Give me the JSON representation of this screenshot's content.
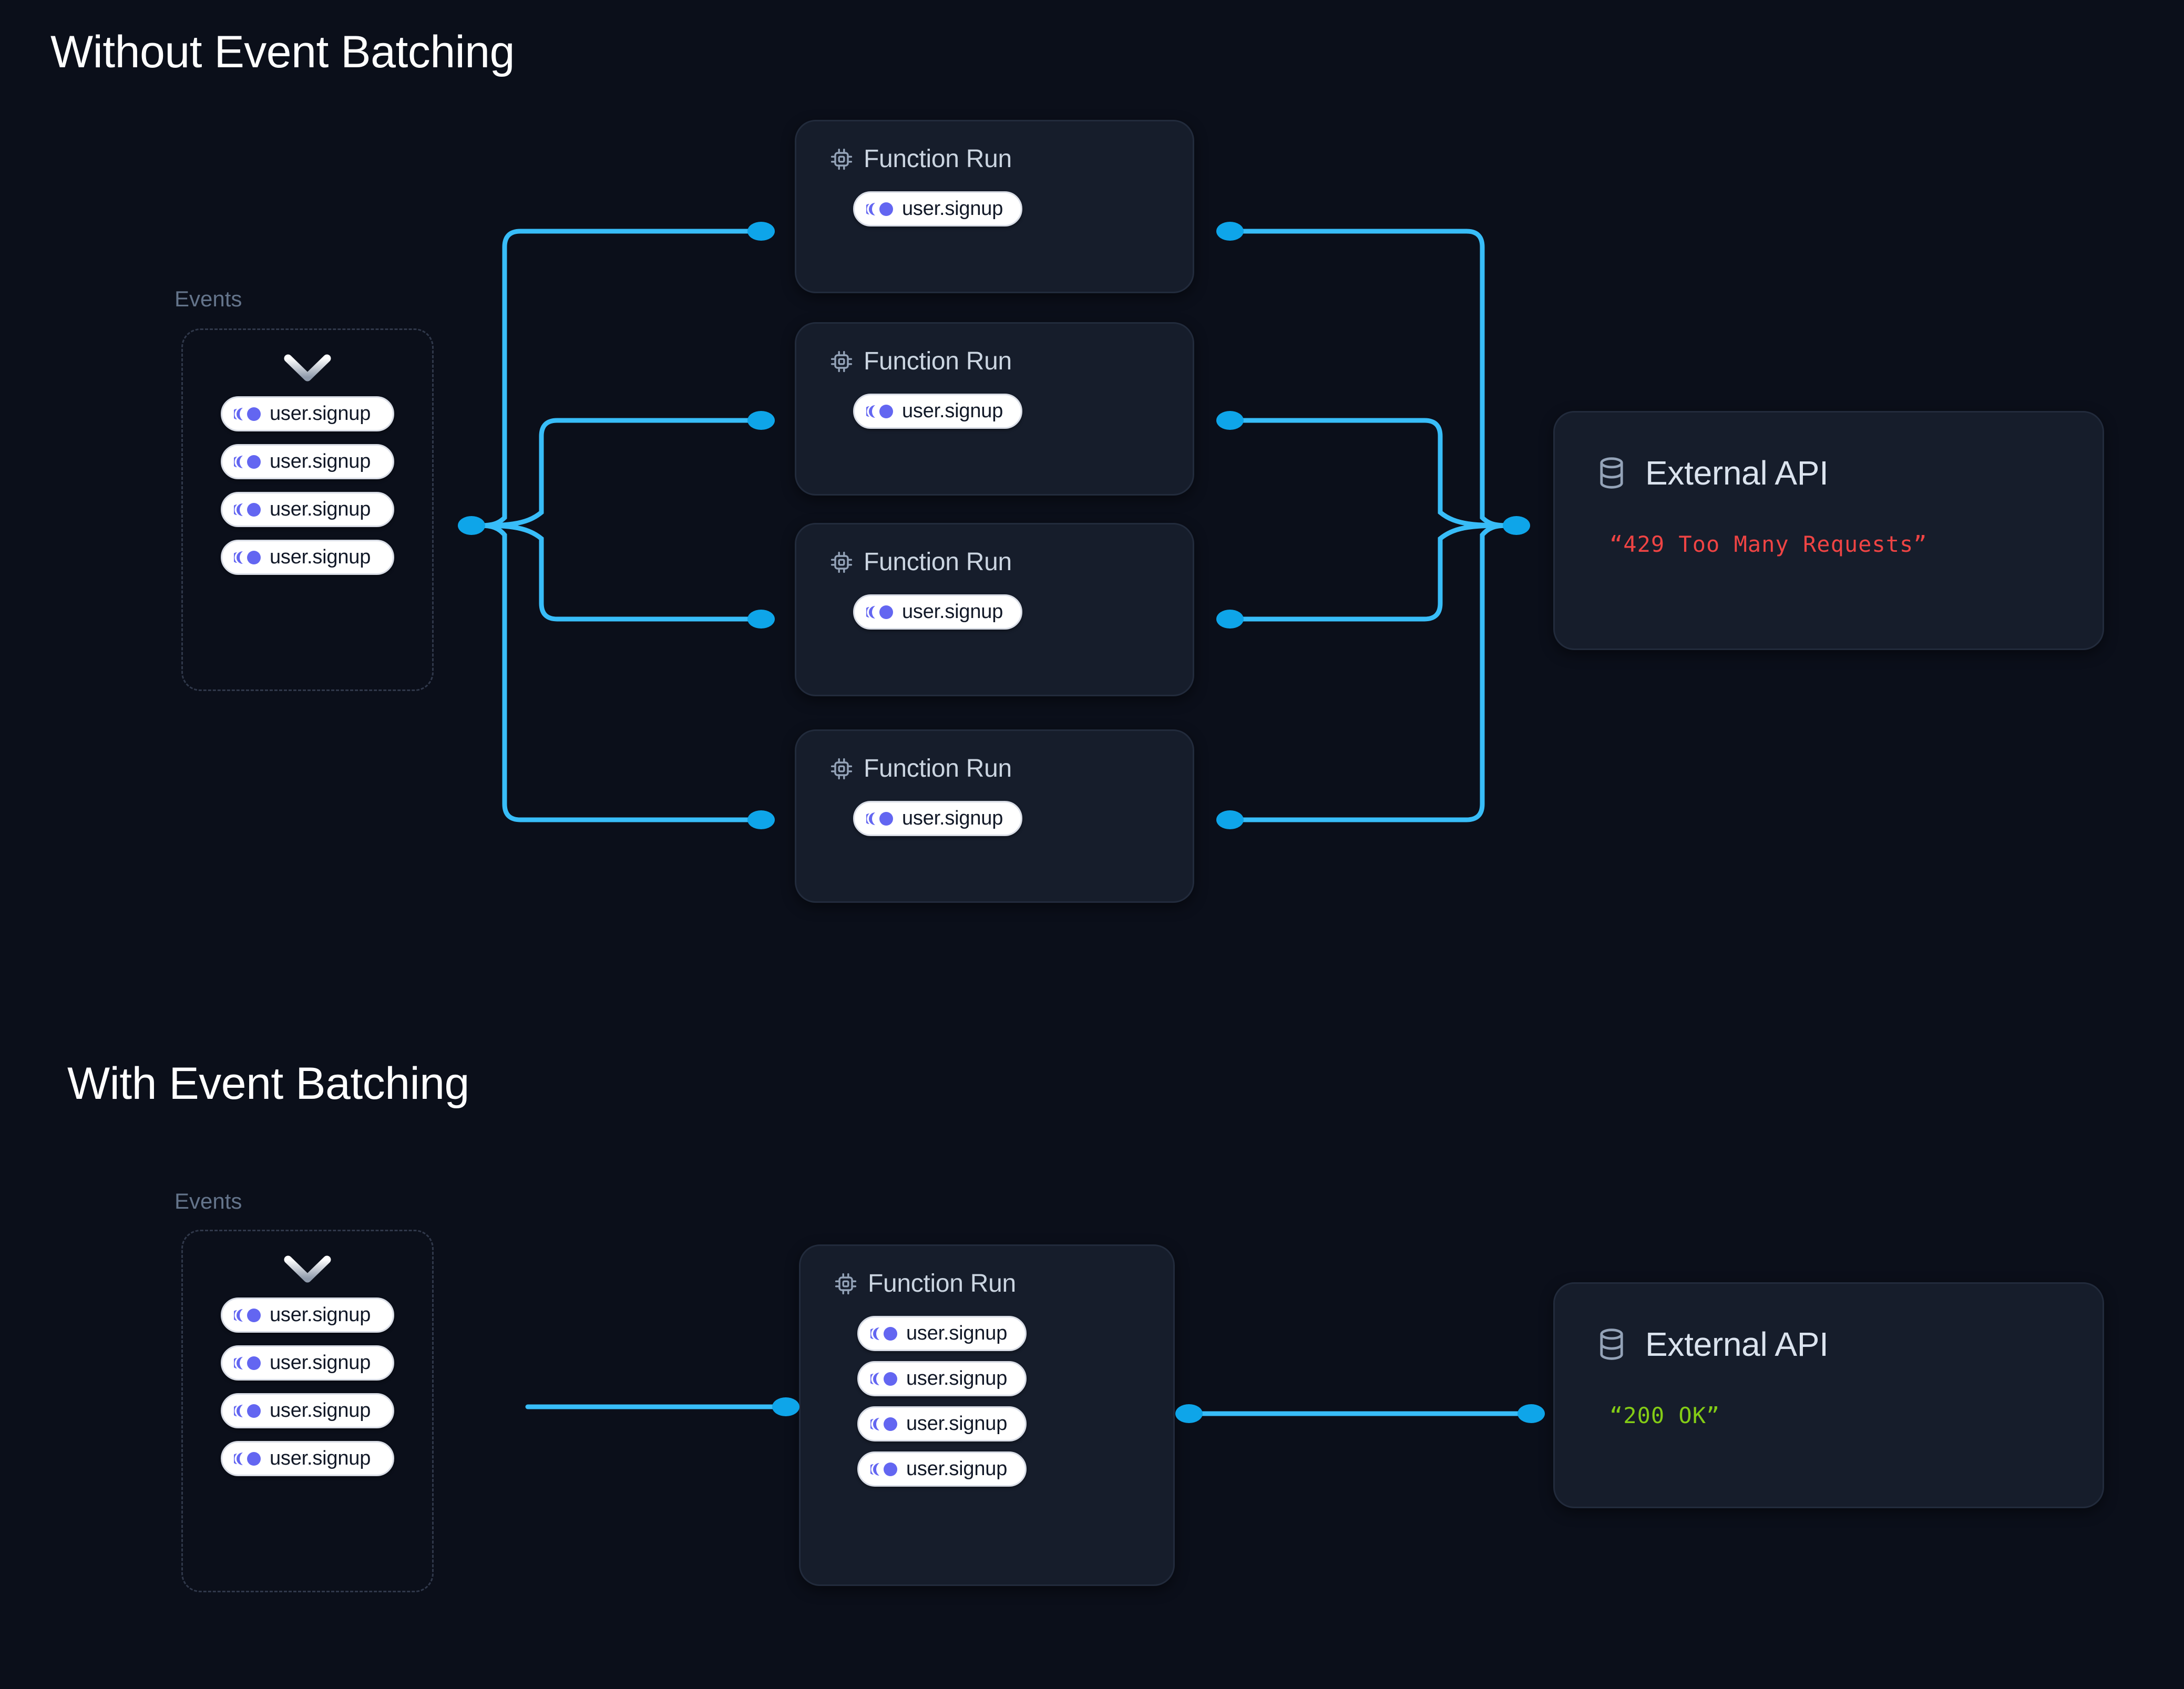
{
  "page": {
    "background": "#0b0f1a",
    "accent_line": "#38bdf8",
    "accent_dot": "#0ea5e9",
    "event_icon_color": "#6366f1"
  },
  "sections": [
    {
      "id": "without",
      "title": "Without Event Batching",
      "events": {
        "label": "Events",
        "chevron_icon": "chevron-down-icon",
        "items": [
          {
            "icon": "event-icon",
            "label": "user.signup"
          },
          {
            "icon": "event-icon",
            "label": "user.signup"
          },
          {
            "icon": "event-icon",
            "label": "user.signup"
          },
          {
            "icon": "event-icon",
            "label": "user.signup"
          }
        ]
      },
      "function_runs": [
        {
          "icon": "cpu-icon",
          "title": "Function Run",
          "events": [
            {
              "icon": "event-icon",
              "label": "user.signup"
            }
          ]
        },
        {
          "icon": "cpu-icon",
          "title": "Function Run",
          "events": [
            {
              "icon": "event-icon",
              "label": "user.signup"
            }
          ]
        },
        {
          "icon": "cpu-icon",
          "title": "Function Run",
          "events": [
            {
              "icon": "event-icon",
              "label": "user.signup"
            }
          ]
        },
        {
          "icon": "cpu-icon",
          "title": "Function Run",
          "events": [
            {
              "icon": "event-icon",
              "label": "user.signup"
            }
          ]
        }
      ],
      "external_api": {
        "icon": "database-icon",
        "title": "External API",
        "status_text": "“429 Too Many Requests”",
        "status_color": "#ef4444",
        "status_kind": "error"
      }
    },
    {
      "id": "with",
      "title": "With Event Batching",
      "events": {
        "label": "Events",
        "chevron_icon": "chevron-down-icon",
        "items": [
          {
            "icon": "event-icon",
            "label": "user.signup"
          },
          {
            "icon": "event-icon",
            "label": "user.signup"
          },
          {
            "icon": "event-icon",
            "label": "user.signup"
          },
          {
            "icon": "event-icon",
            "label": "user.signup"
          }
        ]
      },
      "function_runs": [
        {
          "icon": "cpu-icon",
          "title": "Function Run",
          "events": [
            {
              "icon": "event-icon",
              "label": "user.signup"
            },
            {
              "icon": "event-icon",
              "label": "user.signup"
            },
            {
              "icon": "event-icon",
              "label": "user.signup"
            },
            {
              "icon": "event-icon",
              "label": "user.signup"
            }
          ]
        }
      ],
      "external_api": {
        "icon": "database-icon",
        "title": "External API",
        "status_text": "“200 OK”",
        "status_color": "#84cc16",
        "status_kind": "ok"
      }
    }
  ]
}
